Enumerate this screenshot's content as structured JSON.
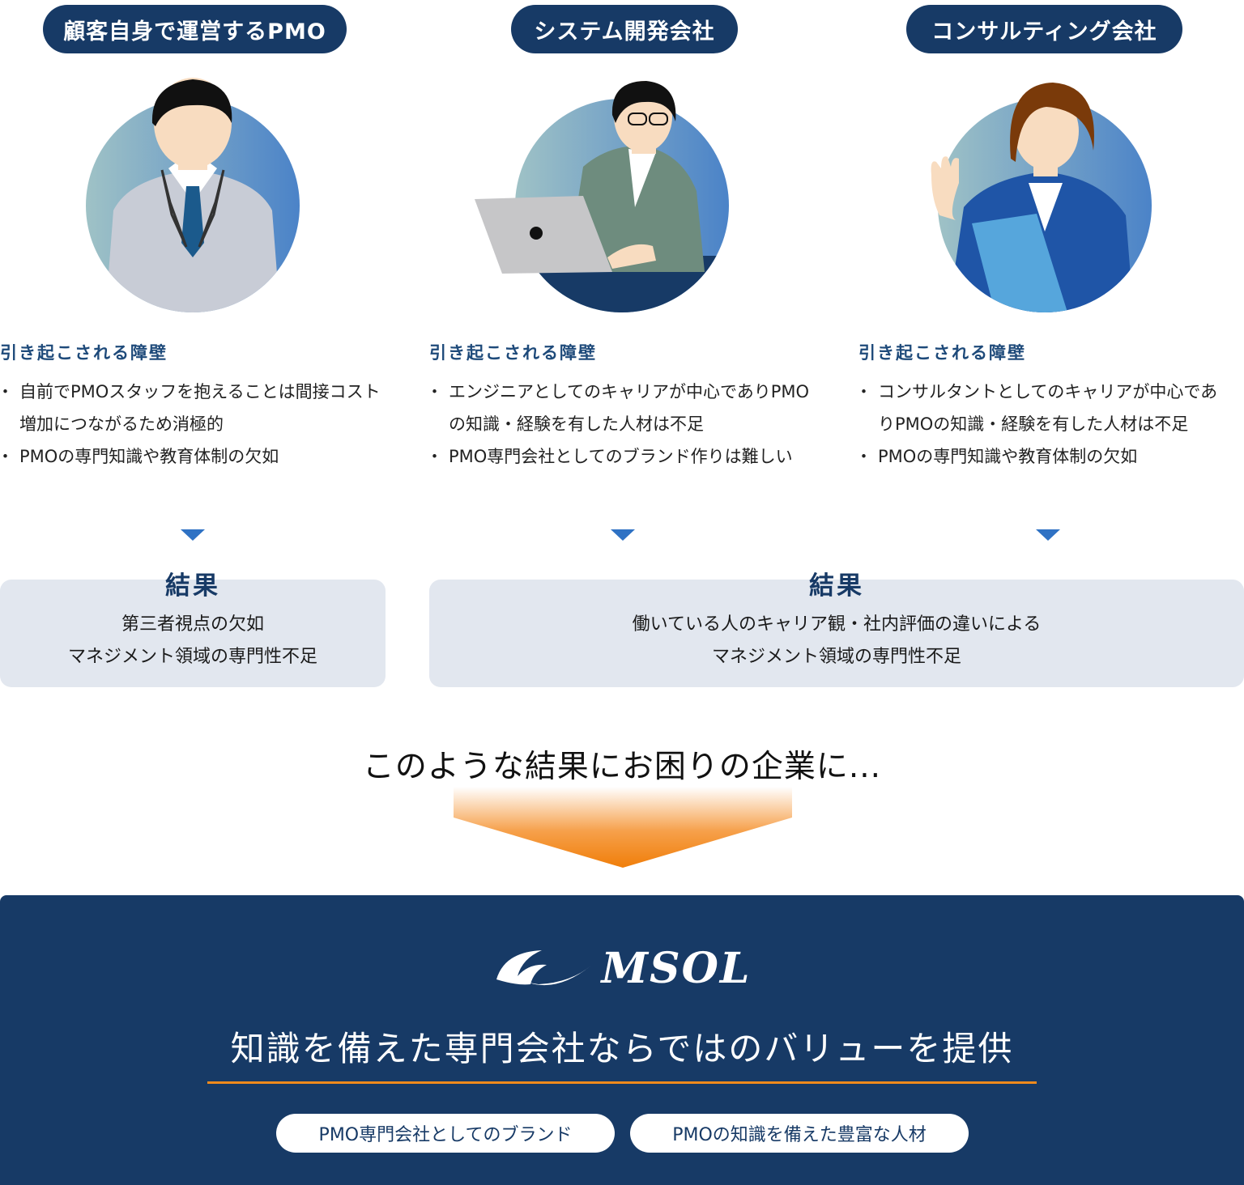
{
  "columns": [
    {
      "label": "顧客自身で運営するPMO",
      "hurdle_title": "引き起こされる障壁",
      "bullets": [
        "自前でPMOスタッフを抱えることは間接コスト増加につながるため消極的",
        "PMOの専門知識や教育体制の欠如"
      ]
    },
    {
      "label": "システム開発会社",
      "hurdle_title": "引き起こされる障壁",
      "bullets": [
        "エンジニアとしてのキャリアが中心でありPMOの知識・経験を有した人材は不足",
        "PMO専門会社としてのブランド作りは難しい"
      ]
    },
    {
      "label": "コンサルティング会社",
      "hurdle_title": "引き起こされる障壁",
      "bullets": [
        "コンサルタントとしてのキャリアが中心でありPMOの知識・経験を有した人材は不足",
        "PMOの専門知識や教育体制の欠如"
      ]
    }
  ],
  "results": [
    {
      "heading": "結果",
      "line1": "第三者視点の欠如",
      "line2": "マネジメント領域の専門性不足"
    },
    {
      "heading": "結果",
      "line1": "働いている人のキャリア観・社内評価の違いによる",
      "line2": "マネジメント領域の専門性不足"
    }
  ],
  "lead_text": "このような結果にお困りの企業に...",
  "brand": {
    "logo_text": "MSOL",
    "headline": "知識を備えた専門会社ならではのバリューを提供",
    "tags": [
      "PMO専門会社としてのブランド",
      "PMOの知識を備えた豊富な人材"
    ]
  },
  "colors": {
    "navy": "#173a66",
    "accent_blue": "#2f72c4",
    "orange": "#f08a1c",
    "result_bg": "#e2e7ef"
  }
}
